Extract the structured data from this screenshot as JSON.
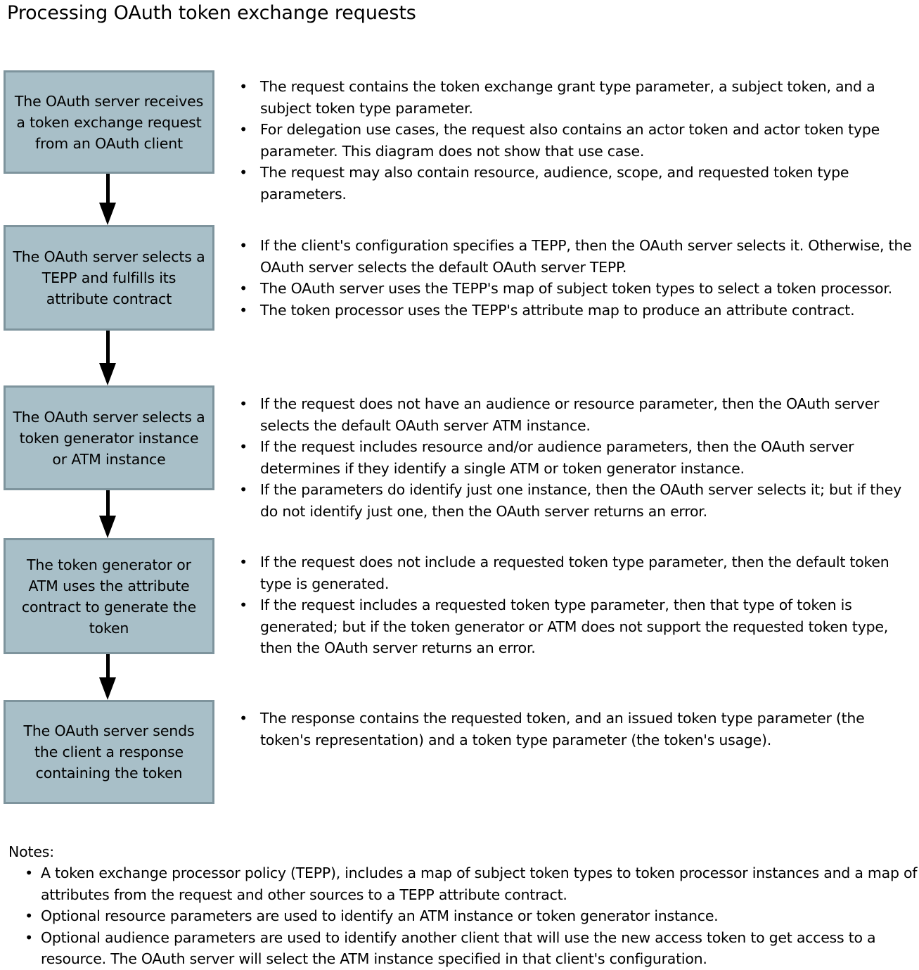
{
  "title": "Processing OAuth token exchange requests",
  "colors": {
    "box_fill": "#a8bfc8",
    "box_border": "#7e949d",
    "arrow": "#000000",
    "text": "#000000",
    "background": "#ffffff"
  },
  "bullet_glyph": "•",
  "steps": [
    {
      "box_label": "The OAuth server receives a token exchange request from an OAuth client",
      "bullets": [
        "The request contains the token exchange grant type parameter, a subject token, and a subject token type parameter.",
        "For delegation use cases, the request also contains an actor token and actor token type parameter. This diagram does not show that use case.",
        "The request may also contain resource, audience, scope, and requested token type parameters."
      ]
    },
    {
      "box_label": "The OAuth server selects a TEPP and fulfills its attribute contract",
      "bullets": [
        "If the client's configuration specifies a TEPP, then the OAuth server selects it. Otherwise, the OAuth server selects the default OAuth server TEPP.",
        "The OAuth server uses the TEPP's map of subject token types to select a token processor.",
        "The token processor uses the TEPP's attribute map to produce an attribute contract."
      ]
    },
    {
      "box_label": "The OAuth server selects a token generator instance or ATM instance",
      "bullets": [
        "If the request does not have an audience or resource parameter, then the OAuth server selects the default OAuth server ATM instance.",
        "If the request includes resource and/or audience parameters, then the OAuth server determines if they identify a single ATM or token generator instance.",
        "If the parameters do identify just one instance, then the OAuth server selects it; but if they do not identify just one, then the OAuth server returns an error."
      ]
    },
    {
      "box_label": "The token generator or ATM uses the attribute contract to generate the token",
      "bullets": [
        "If the request does not include a requested token type parameter, then the default token type is generated.",
        "If the request includes a requested token type parameter, then that type of token is generated; but if the token generator or ATM does not support the requested token type, then the OAuth server returns an error."
      ]
    },
    {
      "box_label": "The OAuth server sends the client a response containing the token",
      "bullets": [
        "The response contains the requested token, and an issued token type parameter (the token's representation) and a token type parameter (the token's usage)."
      ]
    }
  ],
  "notes": {
    "heading": "Notes:",
    "items": [
      "A token exchange processor policy (TEPP), includes a map of subject token types to token processor instances and a map of attributes from the request and other sources to a TEPP attribute contract.",
      "Optional resource parameters are used to identify an ATM instance or token generator instance.",
      "Optional audience parameters are used to identify another client that will use the new access token to get access to a resource. The OAuth server will select the ATM instance specified in that client's configuration."
    ]
  }
}
